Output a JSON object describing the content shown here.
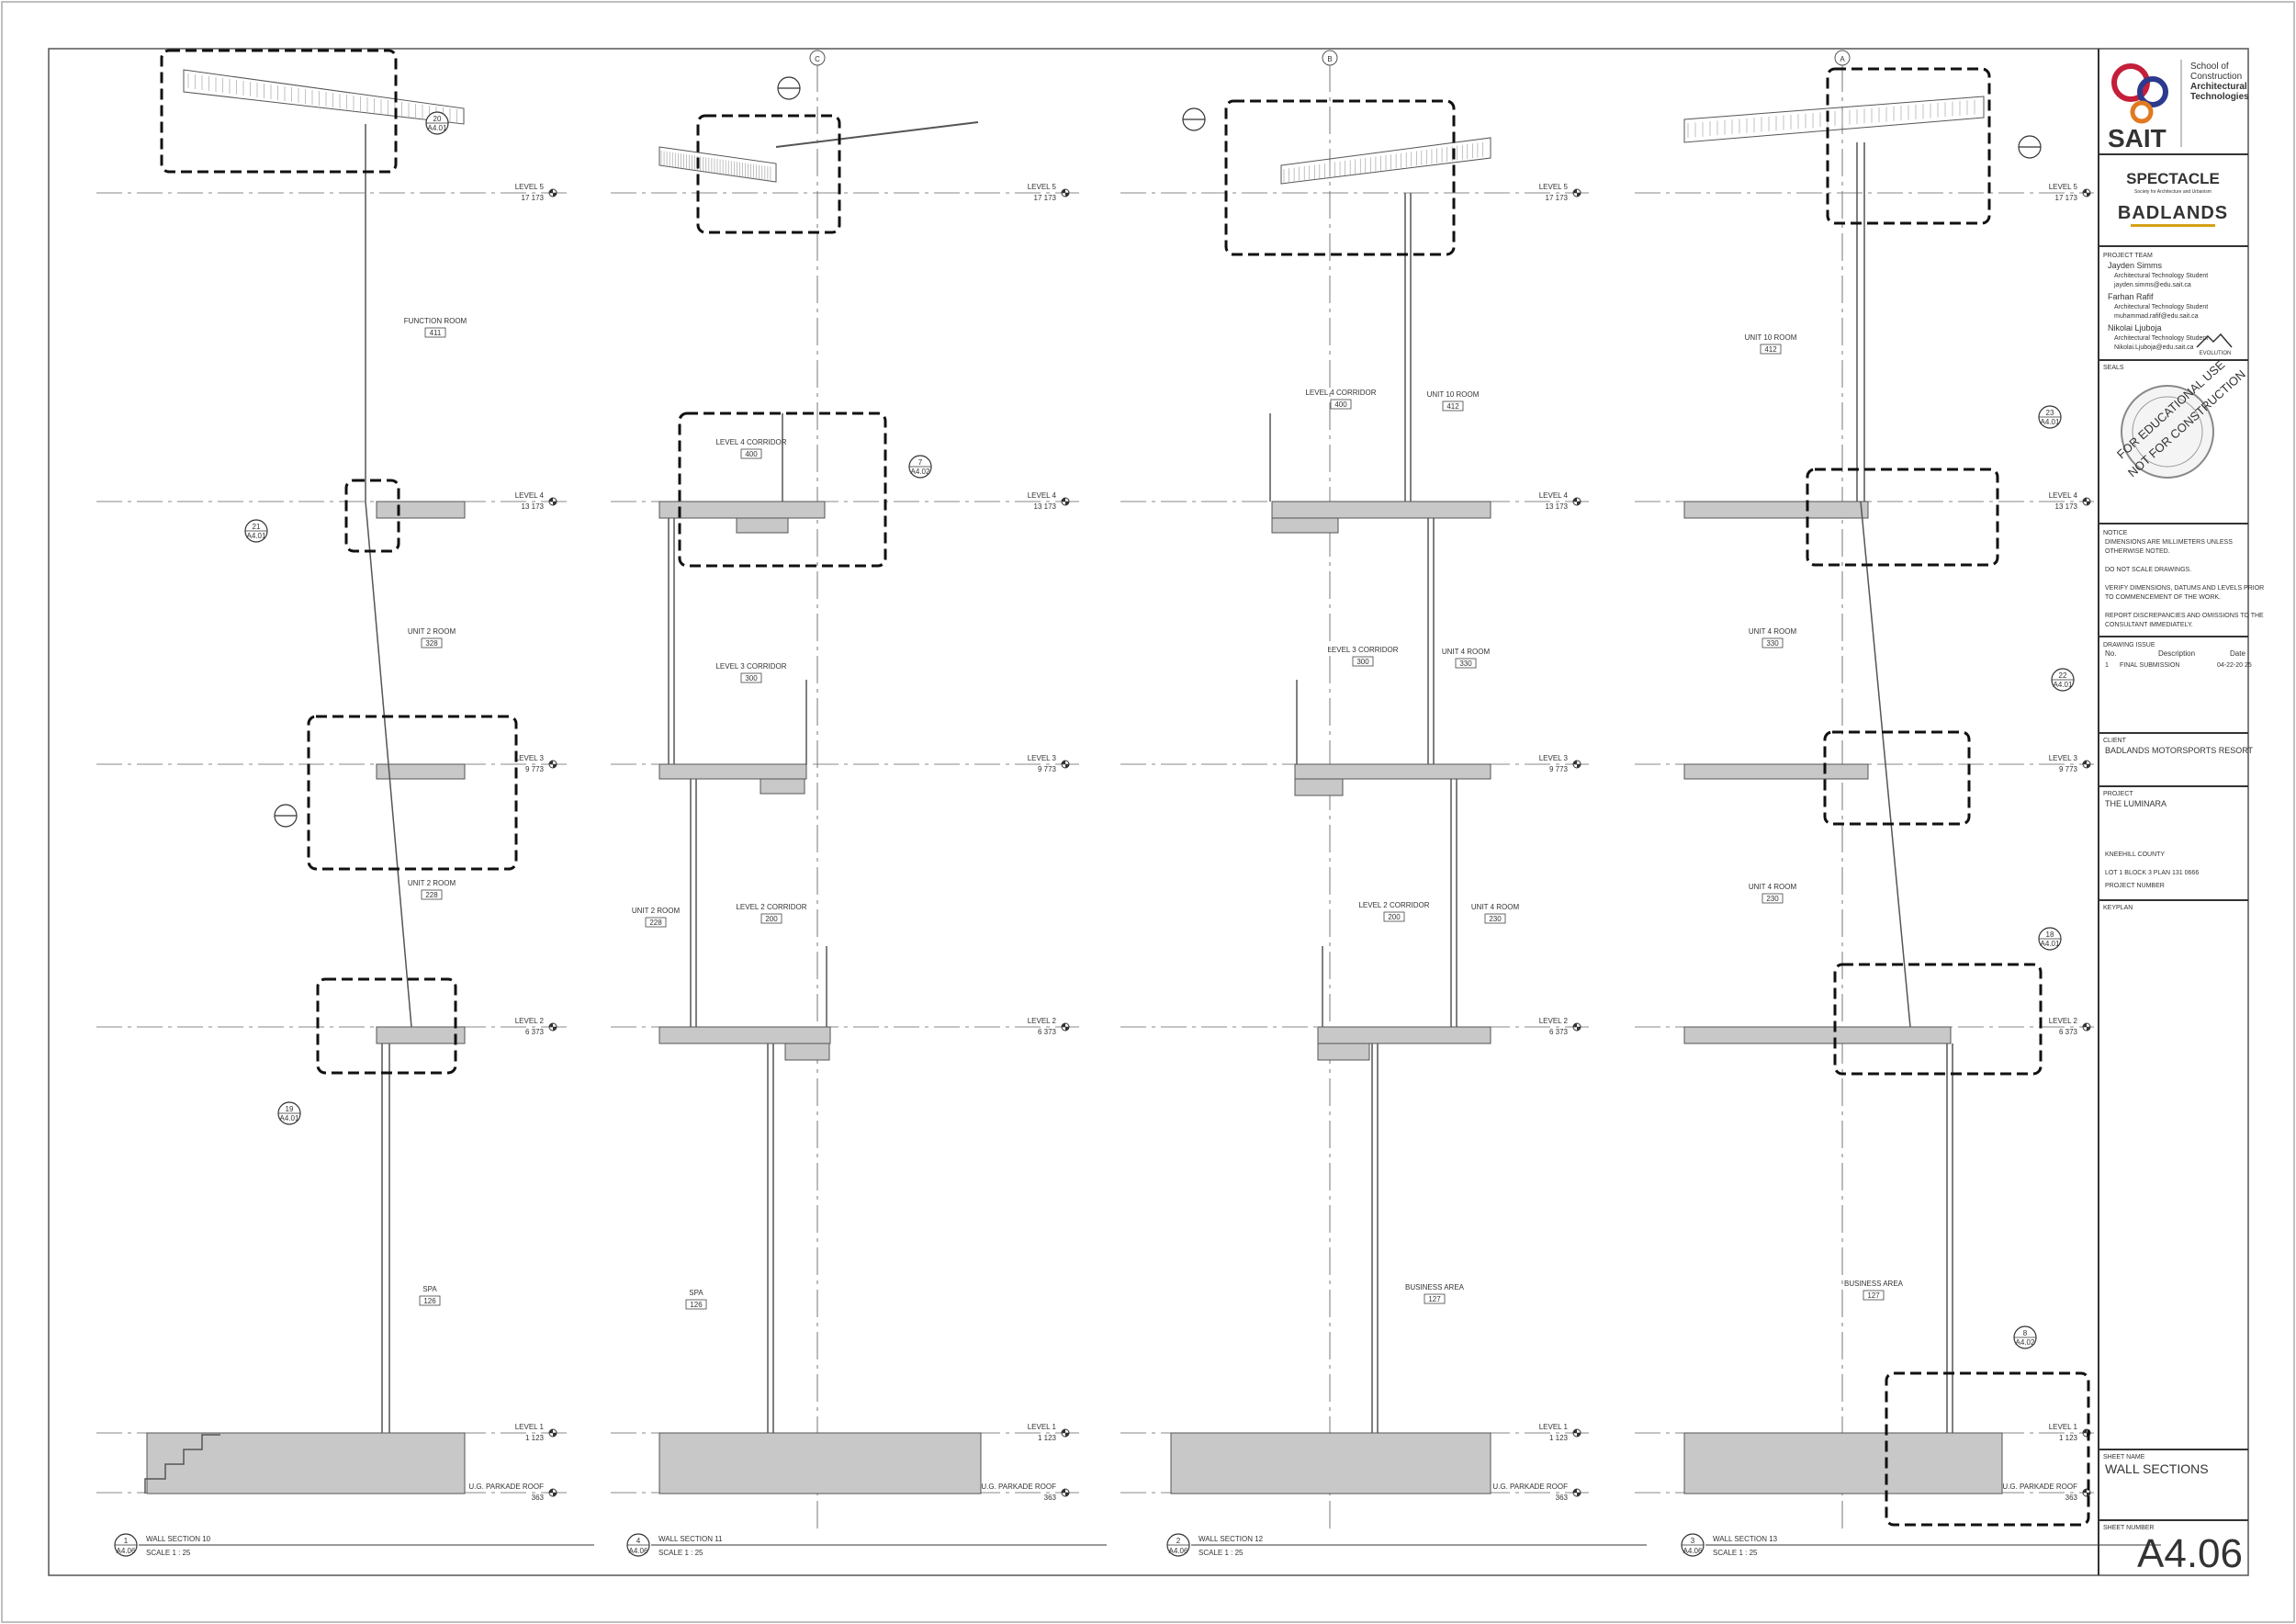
{
  "titleblock": {
    "school_logo_text": "SAIT",
    "school_name": [
      "School of",
      "Construction",
      "Architectural",
      "Technologies"
    ],
    "company": "SPECTACLE",
    "company_tagline": "Society for Architecture and Urbanism",
    "project_logo_text": "BADLANDS",
    "project_team_heading": "PROJECT TEAM",
    "team": [
      {
        "name": "Jayden Simms",
        "role": "Architectural Technology Student",
        "email": "jayden.simms@edu.sait.ca"
      },
      {
        "name": "Farhan Rafif",
        "role": "Architectural Technology Student",
        "email": "muhammad.rafif@edu.sait.ca"
      },
      {
        "name": "Nikolai Ljuboja",
        "role": "Architectural Technology Student",
        "email": "Nikolai.Ljuboja@edu.sait.ca"
      }
    ],
    "evolution_logo": "EVOLUTION",
    "seals_heading": "SEALS",
    "stamp_text": [
      "FOR EDUCATIONAL USE",
      "NOT FOR CONSTRUCTION"
    ],
    "notice_heading": "NOTICE",
    "notices": [
      "DIMENSIONS ARE MILLIMETERS UNLESS OTHERWISE NOTED.",
      "DO NOT SCALE DRAWINGS.",
      "VERIFY DIMENSIONS, DATUMS AND LEVELS PRIOR TO COMMENCEMENT OF THE WORK.",
      "REPORT DISCREPANCIES AND OMISSIONS TO THE CONSULTANT IMMEDIATELY."
    ],
    "drawing_issue_heading": "DRAWING ISSUE",
    "issue_cols": [
      "No.",
      "Description",
      "Date"
    ],
    "issue_row": [
      "1",
      "FINAL SUBMISSION",
      "04-22-20 25"
    ],
    "client_heading": "CLIENT",
    "client": "BADLANDS MOTORSPORTS RESORT",
    "project_heading": "PROJECT",
    "project": "THE LUMINARA",
    "location": "KNEEHILL COUNTY",
    "legal": "LOT 1 BLOCK 3 PLAN 131 0666",
    "project_number_label": "PROJECT NUMBER",
    "keyplan_heading": "KEYPLAN",
    "sheet_name_heading": "SHEET NAME",
    "sheet_name": "WALL SECTIONS",
    "sheet_number_heading": "SHEET NUMBER",
    "sheet_number": "A4.06"
  },
  "levels": [
    {
      "name": "LEVEL 5",
      "elev": "17 173"
    },
    {
      "name": "LEVEL 4",
      "elev": "13 173"
    },
    {
      "name": "LEVEL 3",
      "elev": "9 773"
    },
    {
      "name": "LEVEL 2",
      "elev": "6 373"
    },
    {
      "name": "LEVEL 1",
      "elev": "1 123"
    },
    {
      "name": "U.G. PARKADE ROOF",
      "elev": "363"
    }
  ],
  "grids": [
    "C",
    "B",
    "A"
  ],
  "sections": [
    {
      "number": "1",
      "sheet": "A4.06",
      "title": "WALL SECTION 10",
      "scale": "SCALE   1 : 25",
      "rooms": [
        {
          "name": "FUNCTION ROOM",
          "num": "411"
        },
        {
          "name": "UNIT 2 ROOM",
          "num": "328"
        },
        {
          "name": "UNIT 2 ROOM",
          "num": "228"
        },
        {
          "name": "SPA",
          "num": "126"
        }
      ],
      "callouts": [
        {
          "num": "20",
          "sheet": "A4.01"
        },
        {
          "num": "21",
          "sheet": "A4.01"
        },
        {
          "num": "19",
          "sheet": "A4.01"
        }
      ]
    },
    {
      "number": "4",
      "sheet": "A4.06",
      "title": "WALL SECTION 11",
      "scale": "SCALE   1 : 25",
      "rooms": [
        {
          "name": "LEVEL 4 CORRIDOR",
          "num": "400"
        },
        {
          "name": "LEVEL 3 CORRIDOR",
          "num": "300"
        },
        {
          "name": "UNIT 2 ROOM",
          "num": "228"
        },
        {
          "name": "LEVEL 2 CORRIDOR",
          "num": "200"
        },
        {
          "name": "SPA",
          "num": "126"
        }
      ],
      "callouts": [
        {
          "num": "7",
          "sheet": "A4.02"
        }
      ]
    },
    {
      "number": "2",
      "sheet": "A4.06",
      "title": "WALL SECTION 12",
      "scale": "SCALE   1 : 25",
      "rooms": [
        {
          "name": "LEVEL 4 CORRIDOR",
          "num": "400"
        },
        {
          "name": "UNIT 10 ROOM",
          "num": "412"
        },
        {
          "name": "LEVEL 3 CORRIDOR",
          "num": "300"
        },
        {
          "name": "UNIT 4 ROOM",
          "num": "330"
        },
        {
          "name": "LEVEL 2 CORRIDOR",
          "num": "200"
        },
        {
          "name": "UNIT 4 ROOM",
          "num": "230"
        },
        {
          "name": "BUSINESS AREA",
          "num": "127"
        }
      ],
      "callouts": []
    },
    {
      "number": "3",
      "sheet": "A4.06",
      "title": "WALL SECTION 13",
      "scale": "SCALE   1 : 25",
      "rooms": [
        {
          "name": "UNIT 10 ROOM",
          "num": "412"
        },
        {
          "name": "UNIT 4 ROOM",
          "num": "330"
        },
        {
          "name": "UNIT 4 ROOM",
          "num": "230"
        },
        {
          "name": "BUSINESS AREA",
          "num": "127"
        }
      ],
      "callouts": [
        {
          "num": "23",
          "sheet": "A4.01"
        },
        {
          "num": "22",
          "sheet": "A4.01"
        },
        {
          "num": "18",
          "sheet": "A4.01"
        },
        {
          "num": "8",
          "sheet": "A4.02"
        }
      ]
    }
  ]
}
